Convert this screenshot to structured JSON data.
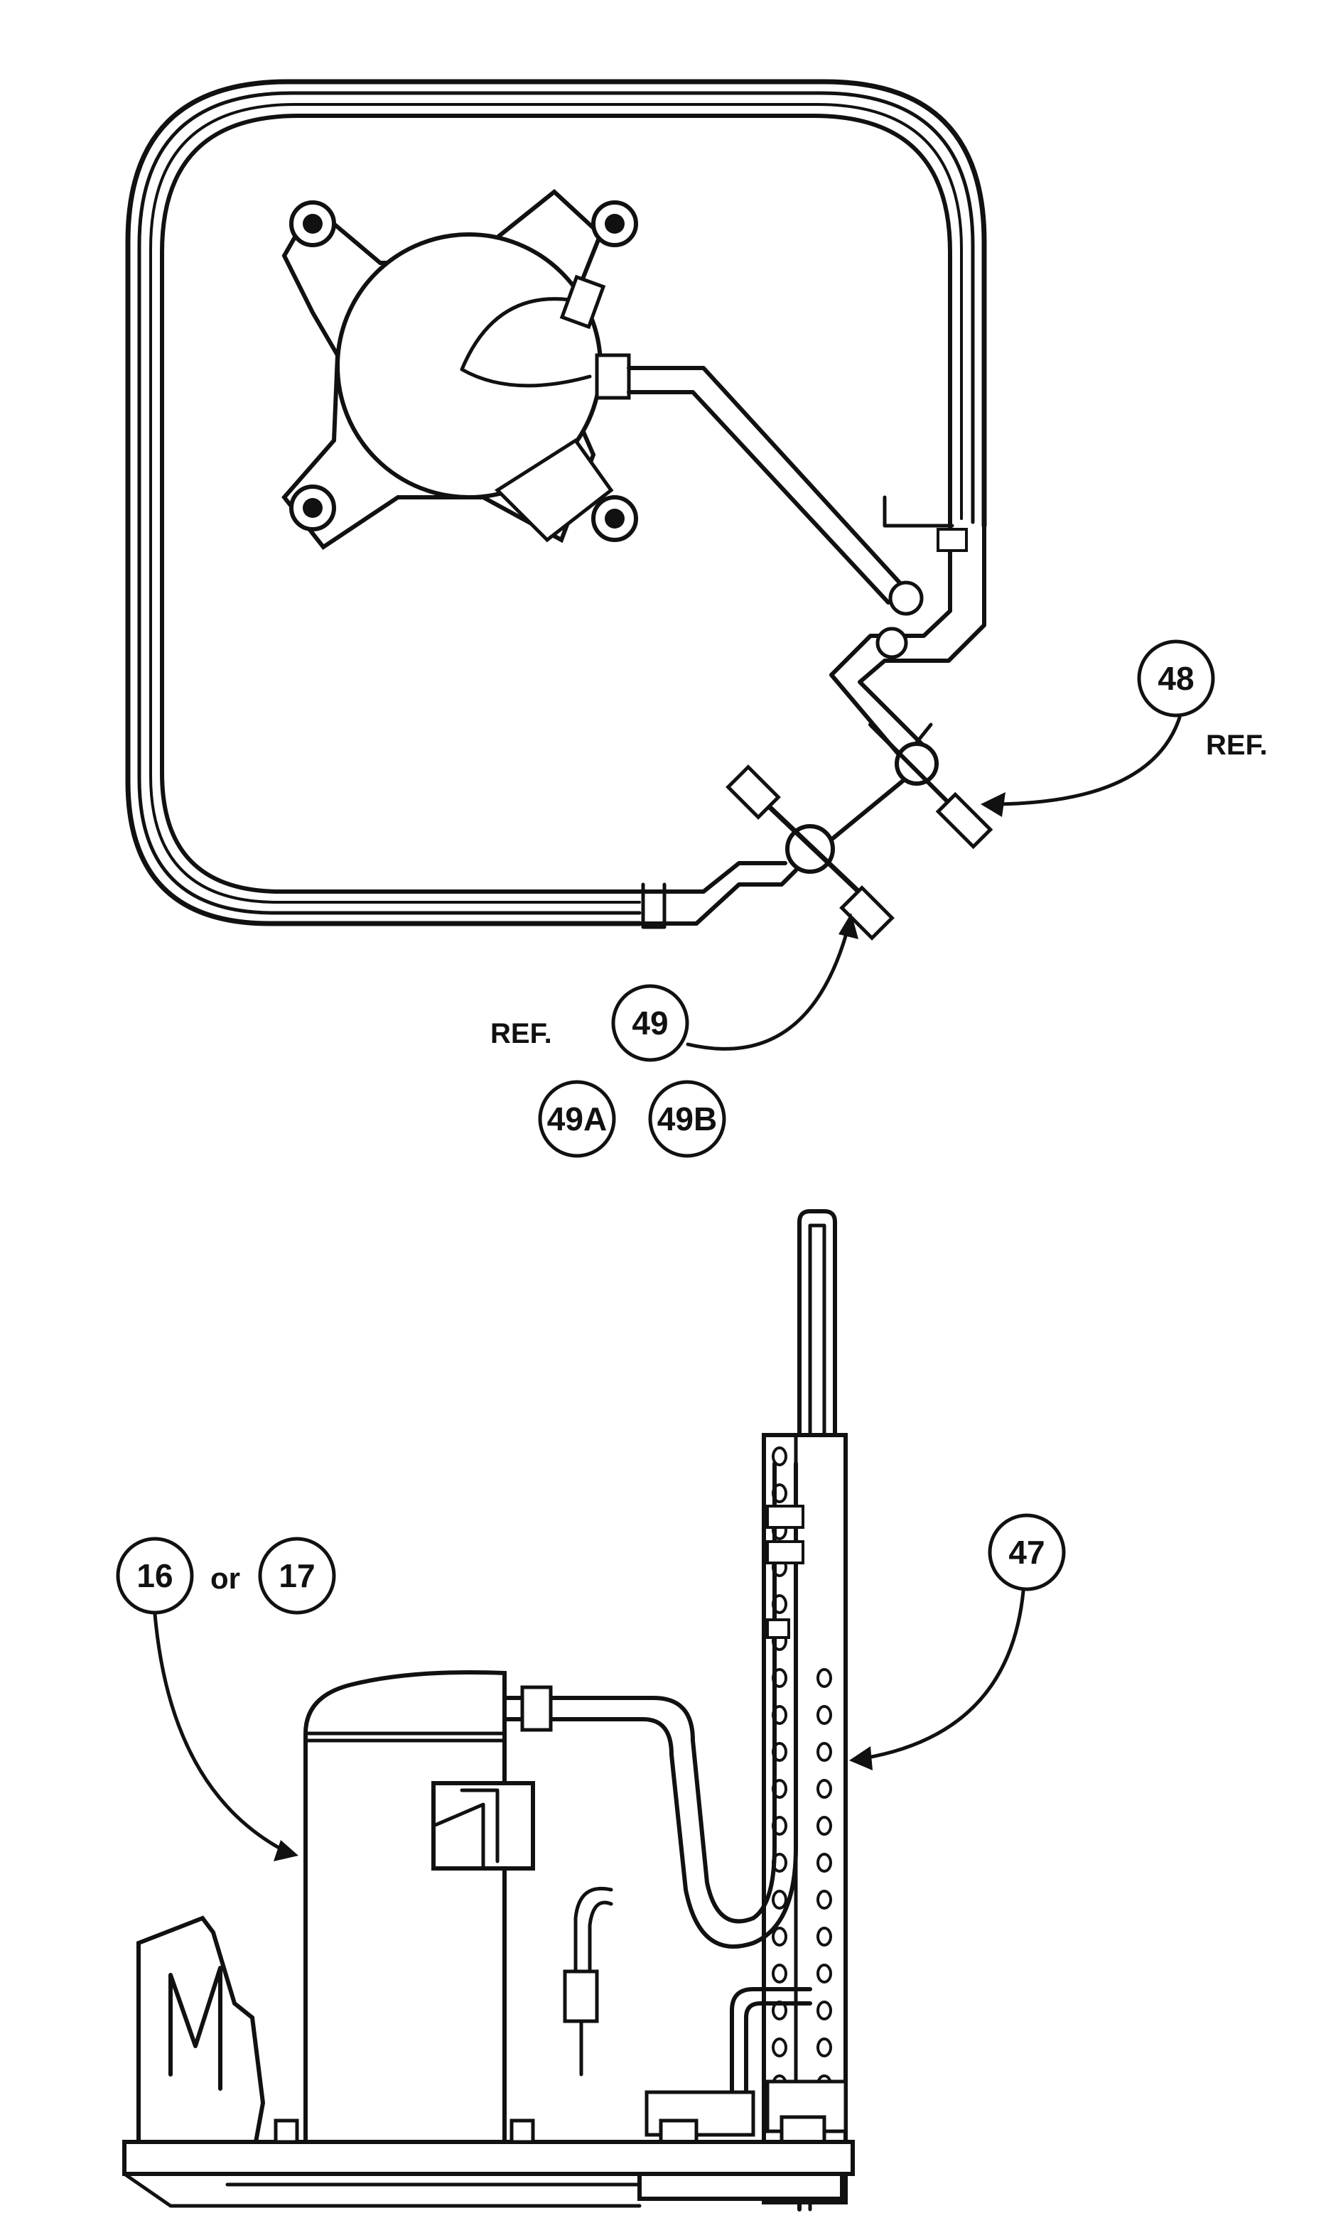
{
  "callouts": {
    "c48": "48",
    "c49": "49",
    "c49a": "49A",
    "c49b": "49B",
    "c16": "16",
    "c17": "17",
    "c47": "47"
  },
  "labels": {
    "ref_48": "REF.",
    "ref_49": "REF.",
    "or": "or"
  }
}
